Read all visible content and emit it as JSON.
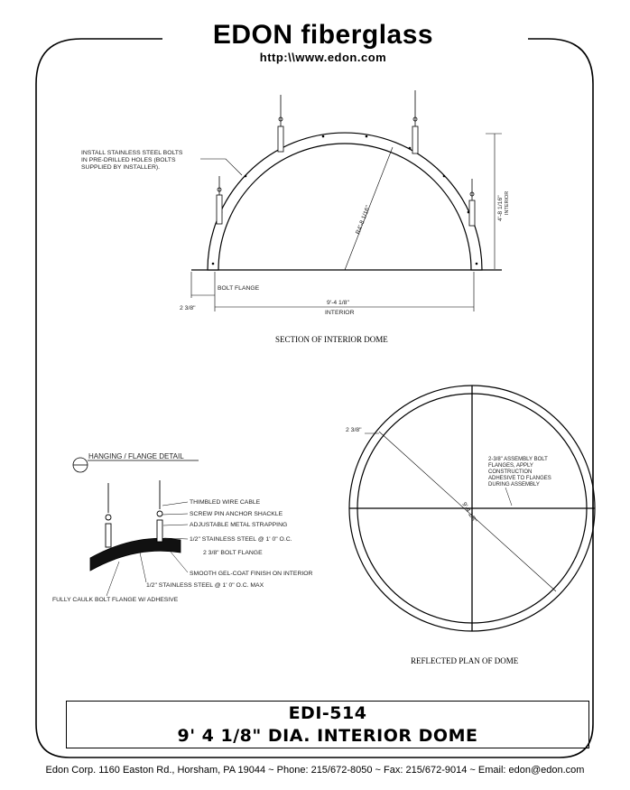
{
  "header": {
    "company": "EDON fiberglass",
    "url": "http:\\\\www.edon.com"
  },
  "section": {
    "caption": "SECTION OF INTERIOR DOME",
    "note": [
      "INSTALL STAINLESS STEEL BOLTS",
      "IN PRE-DRILLED HOLES (BOLTS",
      "SUPPLIED BY INSTALLER)."
    ],
    "radius": "R4'-8 1/16\"",
    "height": "4'-8 1/16\"",
    "height_sub": "INTERIOR",
    "bolt_flange": "BOLT FLANGE",
    "flange_width": "2 3/8\"",
    "width": "9'-4 1/8\"",
    "width_sub": "INTERIOR"
  },
  "detail": {
    "title": "HANGING / FLANGE DETAIL",
    "callouts": [
      "THIMBLED WIRE CABLE",
      "SCREW PIN ANCHOR SHACKLE",
      "ADJUSTABLE METAL STRAPPING",
      "1/2\" STAINLESS STEEL @ 1' 0\" O.C.",
      "2 3/8\" BOLT FLANGE",
      "SMOOTH GEL-COAT FINISH ON INTERIOR",
      "1/2\" STAINLESS STEEL @ 1' 0\" O.C. MAX",
      "FULLY CAULK BOLT FLANGE W/ ADHESIVE"
    ]
  },
  "plan": {
    "caption": "REFLECTED PLAN OF DOME",
    "flange_width": "2 3/8\"",
    "diameter": "9'-4 1/8\"",
    "note": [
      "2-3/8\" ASSEMBLY BOLT",
      "FLANGES, APPLY",
      "CONSTRUCTION",
      "ADHESIVE TO FLANGES",
      "DURING ASSEMBLY"
    ]
  },
  "title_block": {
    "code": "EDI-514",
    "description": "9' 4 1/8\" DIA. INTERIOR DOME"
  },
  "footer": {
    "text": "Edon Corp. 1160 Easton Rd.,  Horsham, PA 19044 ~ Phone: 215/672-8050 ~ Fax:  215/672-9014 ~ Email: edon@edon.com"
  }
}
